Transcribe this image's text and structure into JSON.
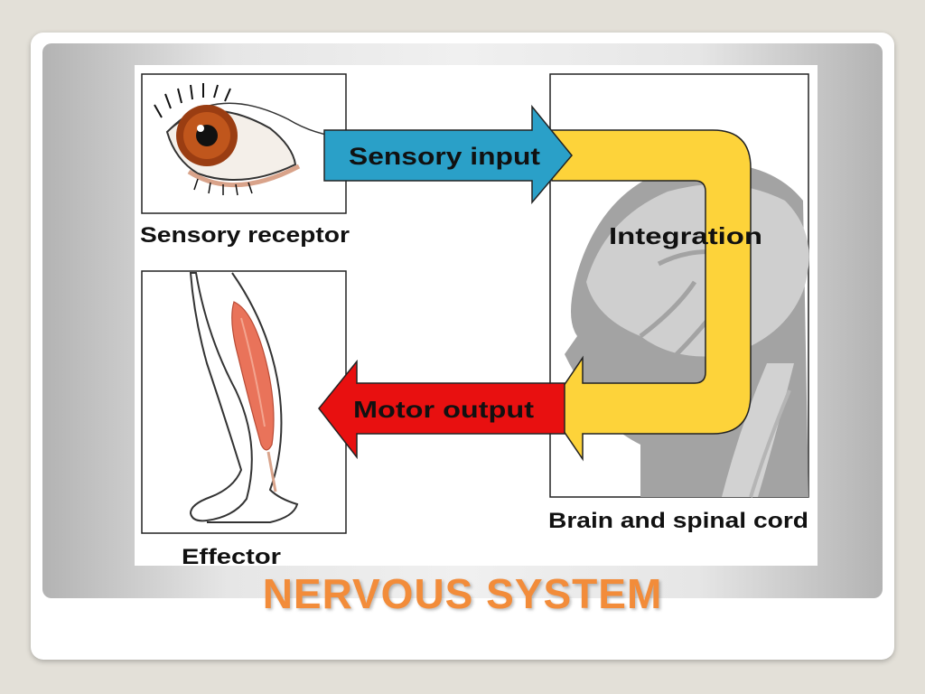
{
  "slide": {
    "title": "NERVOUS SYSTEM"
  },
  "diagram": {
    "sensory_receptor_label": "Sensory receptor",
    "effector_label": "Effector",
    "brain_label": "Brain and spinal cord",
    "sensory_input_label": "Sensory input",
    "integration_label": "Integration",
    "motor_output_label": "Motor output"
  },
  "icons": [
    "eye-icon",
    "leg-muscle-icon",
    "head-profile-icon"
  ],
  "colors": {
    "title": "#f28c3a",
    "sensory_arrow": "#2aa0c8",
    "integration_arrow": "#fdd33a",
    "motor_arrow": "#e81010"
  }
}
